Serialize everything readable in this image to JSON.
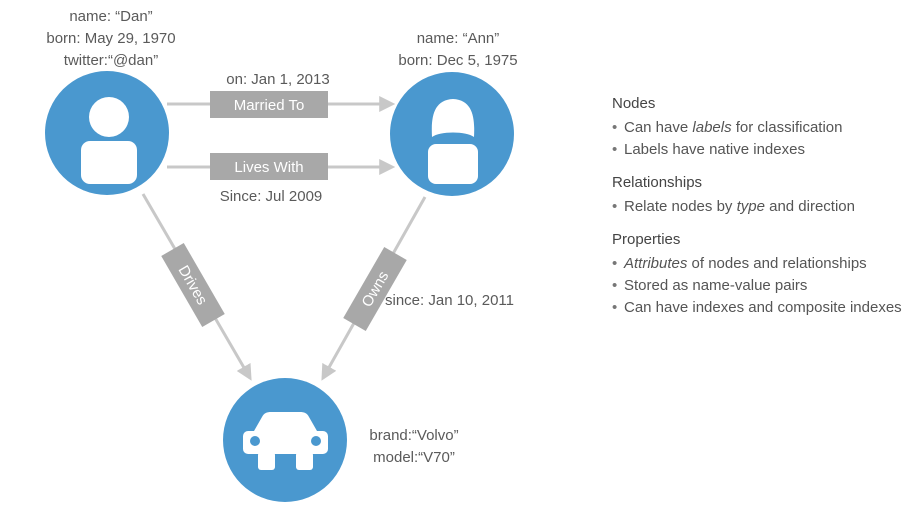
{
  "nodes": {
    "dan": {
      "props": [
        "name: “Dan”",
        "born: May 29, 1970",
        "twitter:“@dan”"
      ]
    },
    "ann": {
      "props": [
        "name: “Ann”",
        "born: Dec 5, 1975"
      ]
    },
    "car": {
      "props": [
        "brand:“Volvo”",
        "model:“V70”"
      ]
    }
  },
  "relationships": {
    "married_to": {
      "label": "Married To",
      "prop": "on:  Jan 1, 2013"
    },
    "lives_with": {
      "label": "Lives With",
      "prop": "Since: Jul 2009"
    },
    "drives": {
      "label": "Drives"
    },
    "owns": {
      "label": "Owns",
      "prop": "since: Jan 10, 2011"
    }
  },
  "legend": {
    "nodes": {
      "title": "Nodes",
      "item1": {
        "pre": "Can have ",
        "em": "labels",
        "post": " for classification"
      },
      "item2": "Labels have native indexes"
    },
    "relationships": {
      "title": "Relationships",
      "item1": {
        "pre": "Relate nodes by ",
        "em": "type",
        "post": " and direction"
      }
    },
    "properties": {
      "title": "Properties",
      "item1": {
        "em": "Attributes",
        "post": " of nodes and relationships"
      },
      "item2": "Stored as name-value pairs",
      "item3": "Can have indexes and composite indexes"
    }
  },
  "colors": {
    "node_fill": "#4a98cf",
    "edge": "#c8c8c8",
    "label_box": "#a8a8a8",
    "icon": "#ffffff"
  },
  "icons": [
    "person-icon",
    "female-person-icon",
    "car-icon"
  ]
}
